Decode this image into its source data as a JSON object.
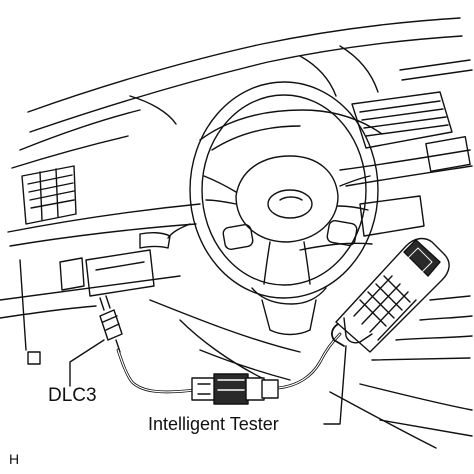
{
  "figure": {
    "labels": {
      "dlc3": "DLC3",
      "tester": "Intelligent Tester",
      "code": "H"
    },
    "colors": {
      "line": "#111111",
      "background": "#ffffff",
      "shade": "#2a2a2a"
    }
  }
}
